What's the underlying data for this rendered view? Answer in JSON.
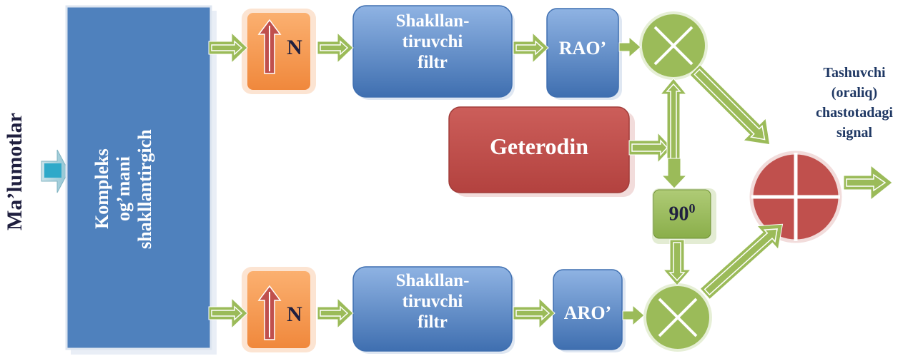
{
  "input_label": "Ma’lumotlar",
  "main_block": {
    "line1": "Kompleks",
    "line2": "og’mani",
    "line3": "shakllantirgich"
  },
  "top_branch": {
    "multiplier_label": "N",
    "filter": {
      "line1": "Shakllan-",
      "line2": "tiruvchi",
      "line3": "filtr"
    },
    "converter_label": "RAO’"
  },
  "bottom_branch": {
    "multiplier_label": "N",
    "filter": {
      "line1": "Shakllan-",
      "line2": "tiruvchi",
      "line3": "filtr"
    },
    "converter_label": "ARO’"
  },
  "oscillator_label": "Geterodin",
  "phase_shifter": {
    "value": "90",
    "superscript": "0"
  },
  "output": {
    "line1": "Tashuvchi",
    "line2": "(oraliq)",
    "line3": "chastotadagi",
    "line4": "signal"
  },
  "colors": {
    "blue": "#4F81BD",
    "orange": "#F79646",
    "red": "#C0504D",
    "green": "#9BBB59",
    "text_dark": "#1F1F3F",
    "text_white": "#FFFFFF",
    "output_text": "#1F3864"
  }
}
